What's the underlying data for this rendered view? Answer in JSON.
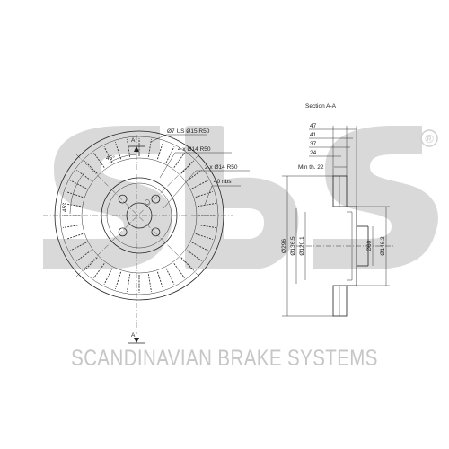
{
  "brand": {
    "company": "SCANDINAVIAN BRAKE SYSTEMS",
    "trademark_mark": "®",
    "watermark_logo": "sbs",
    "watermark_color": "#d9d9d9"
  },
  "drawing": {
    "front_view": {
      "section_mark_top": "A",
      "section_mark_bottom": "A",
      "angle_label_1": "45°",
      "angle_label_2": "45°",
      "callouts": [
        "Ø7 US Ø15 R50",
        "4 x Ø14 R50",
        "2 x Ø14 R50",
        "40 ribs"
      ],
      "rib_count": 40,
      "bolt_holes": 4
    },
    "section_view": {
      "title": "Section A-A",
      "top_dims": [
        "47",
        "41",
        "37",
        "24"
      ],
      "min_thickness": "Min th. 22",
      "vertical_dims": [
        "Ø296",
        "Ø136.5",
        "Ø120.1",
        "Ø60",
        "Ø146.3"
      ]
    }
  }
}
